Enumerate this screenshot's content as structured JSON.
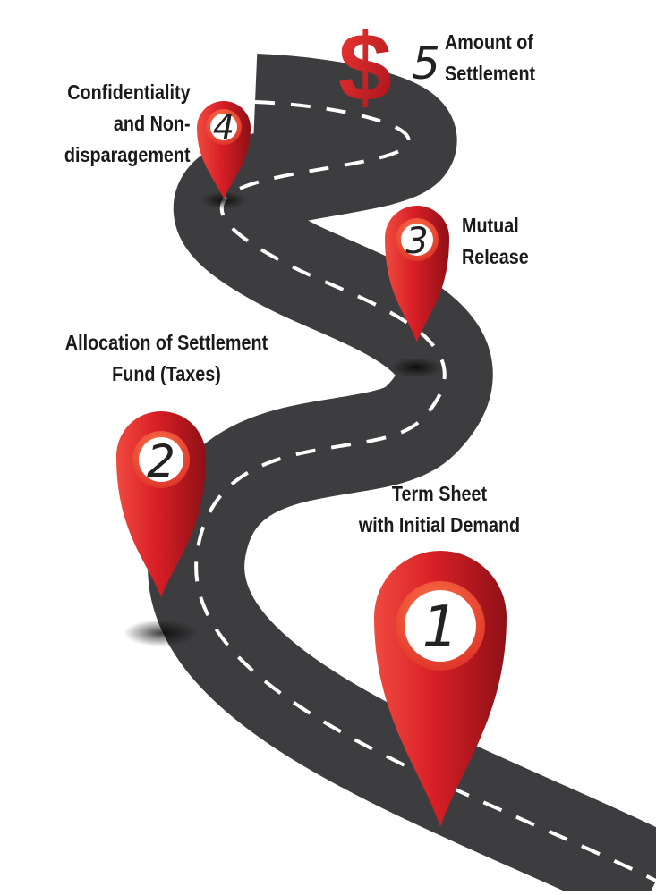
{
  "steps": [
    {
      "number": "1",
      "label_lines": [
        "Term Sheet",
        "with Initial Demand"
      ]
    },
    {
      "number": "2",
      "label_lines": [
        "Allocation of Settlement",
        "Fund (Taxes)"
      ]
    },
    {
      "number": "3",
      "label_lines": [
        "Mutual",
        "Release"
      ]
    },
    {
      "number": "4",
      "label_lines": [
        "Confidentiality",
        "and Non-",
        "disparagement"
      ]
    },
    {
      "number": "5",
      "label_lines": [
        "Amount of",
        "Settlement"
      ]
    }
  ],
  "dollar_symbol": "$",
  "colors": {
    "road": "#3d3d3f",
    "road_edge": "#ffffff",
    "pin_red": "#d81f26",
    "pin_dark": "#8e1016",
    "text": "#1a1a1a"
  }
}
